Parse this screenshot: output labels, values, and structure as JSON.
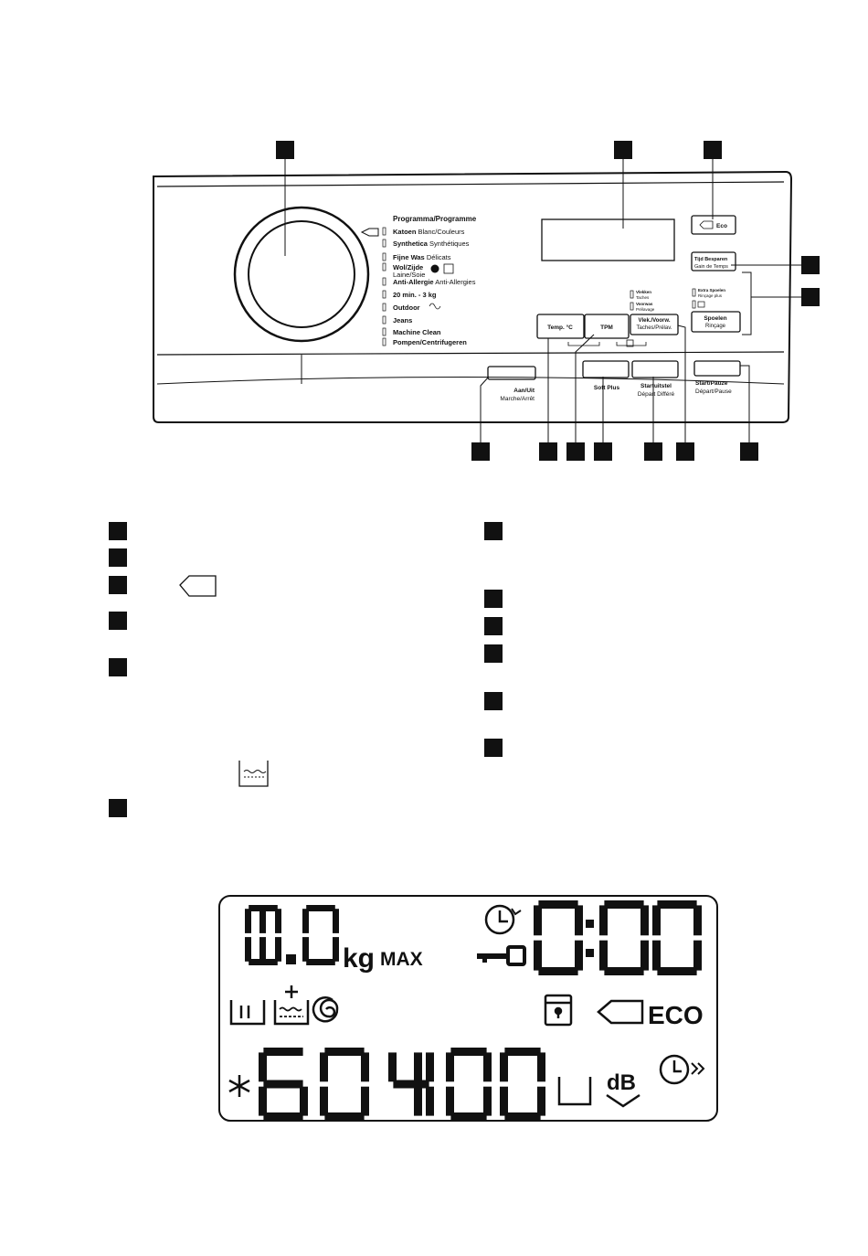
{
  "program_list": {
    "header": "Programma/Programme",
    "items": [
      {
        "nl": "Katoen",
        "fr": "Blanc/Couleurs"
      },
      {
        "nl": "Synthetica",
        "fr": "Synthétiques"
      },
      {
        "nl": "Fijne Was",
        "fr": "Délicats"
      },
      {
        "nl": "Wol/Zijde",
        "fr": "Laine/Soie"
      },
      {
        "nl": "Anti-Allergie",
        "fr": "Anti-Allergies"
      },
      {
        "nl": "20 min. - 3 kg",
        "fr": ""
      },
      {
        "nl": "Outdoor",
        "fr": ""
      },
      {
        "nl": "Jeans",
        "fr": ""
      },
      {
        "nl": "Machine Clean",
        "fr": ""
      },
      {
        "nl": "Pompen/Centrifugeren",
        "fr": ""
      }
    ]
  },
  "buttons": {
    "eco": "Eco",
    "tijd_besparen": "Tijd Besparen",
    "tijd_besparen_fr": "Gain de Temps",
    "extra_spoelen": "Extra Spoelen",
    "extra_spoelen_fr": "Rinçage plus",
    "spoelen": "Spoelen",
    "spoelen_fr": "Rinçage",
    "vlekken": "Vlekken",
    "vlekken_fr": "Taches",
    "voorwas": "Voorwas",
    "voorwas_fr": "Prélavage",
    "vlek_voorw": "Vlek./Voorw.",
    "vlek_voorw_fr": "Taches/Prélav.",
    "temp": "Temp. °C",
    "tpm": "TPM",
    "aan_uit": "Aan/Uit",
    "aan_uit_fr": "Marche/Arrêt",
    "soft_plus": "Soft Plus",
    "startuitstel": "Startuitstel",
    "startuitstel_fr": "Départ Différé",
    "start_pauze": "Start/Pauze",
    "start_pauze_fr": "Départ/Pause"
  },
  "display": {
    "load": "10.0",
    "load_unit": "kg",
    "load_max": "MAX",
    "time": "0:00",
    "temperature": "60",
    "spin": "1400",
    "eco": "ECO",
    "db": "dB"
  }
}
